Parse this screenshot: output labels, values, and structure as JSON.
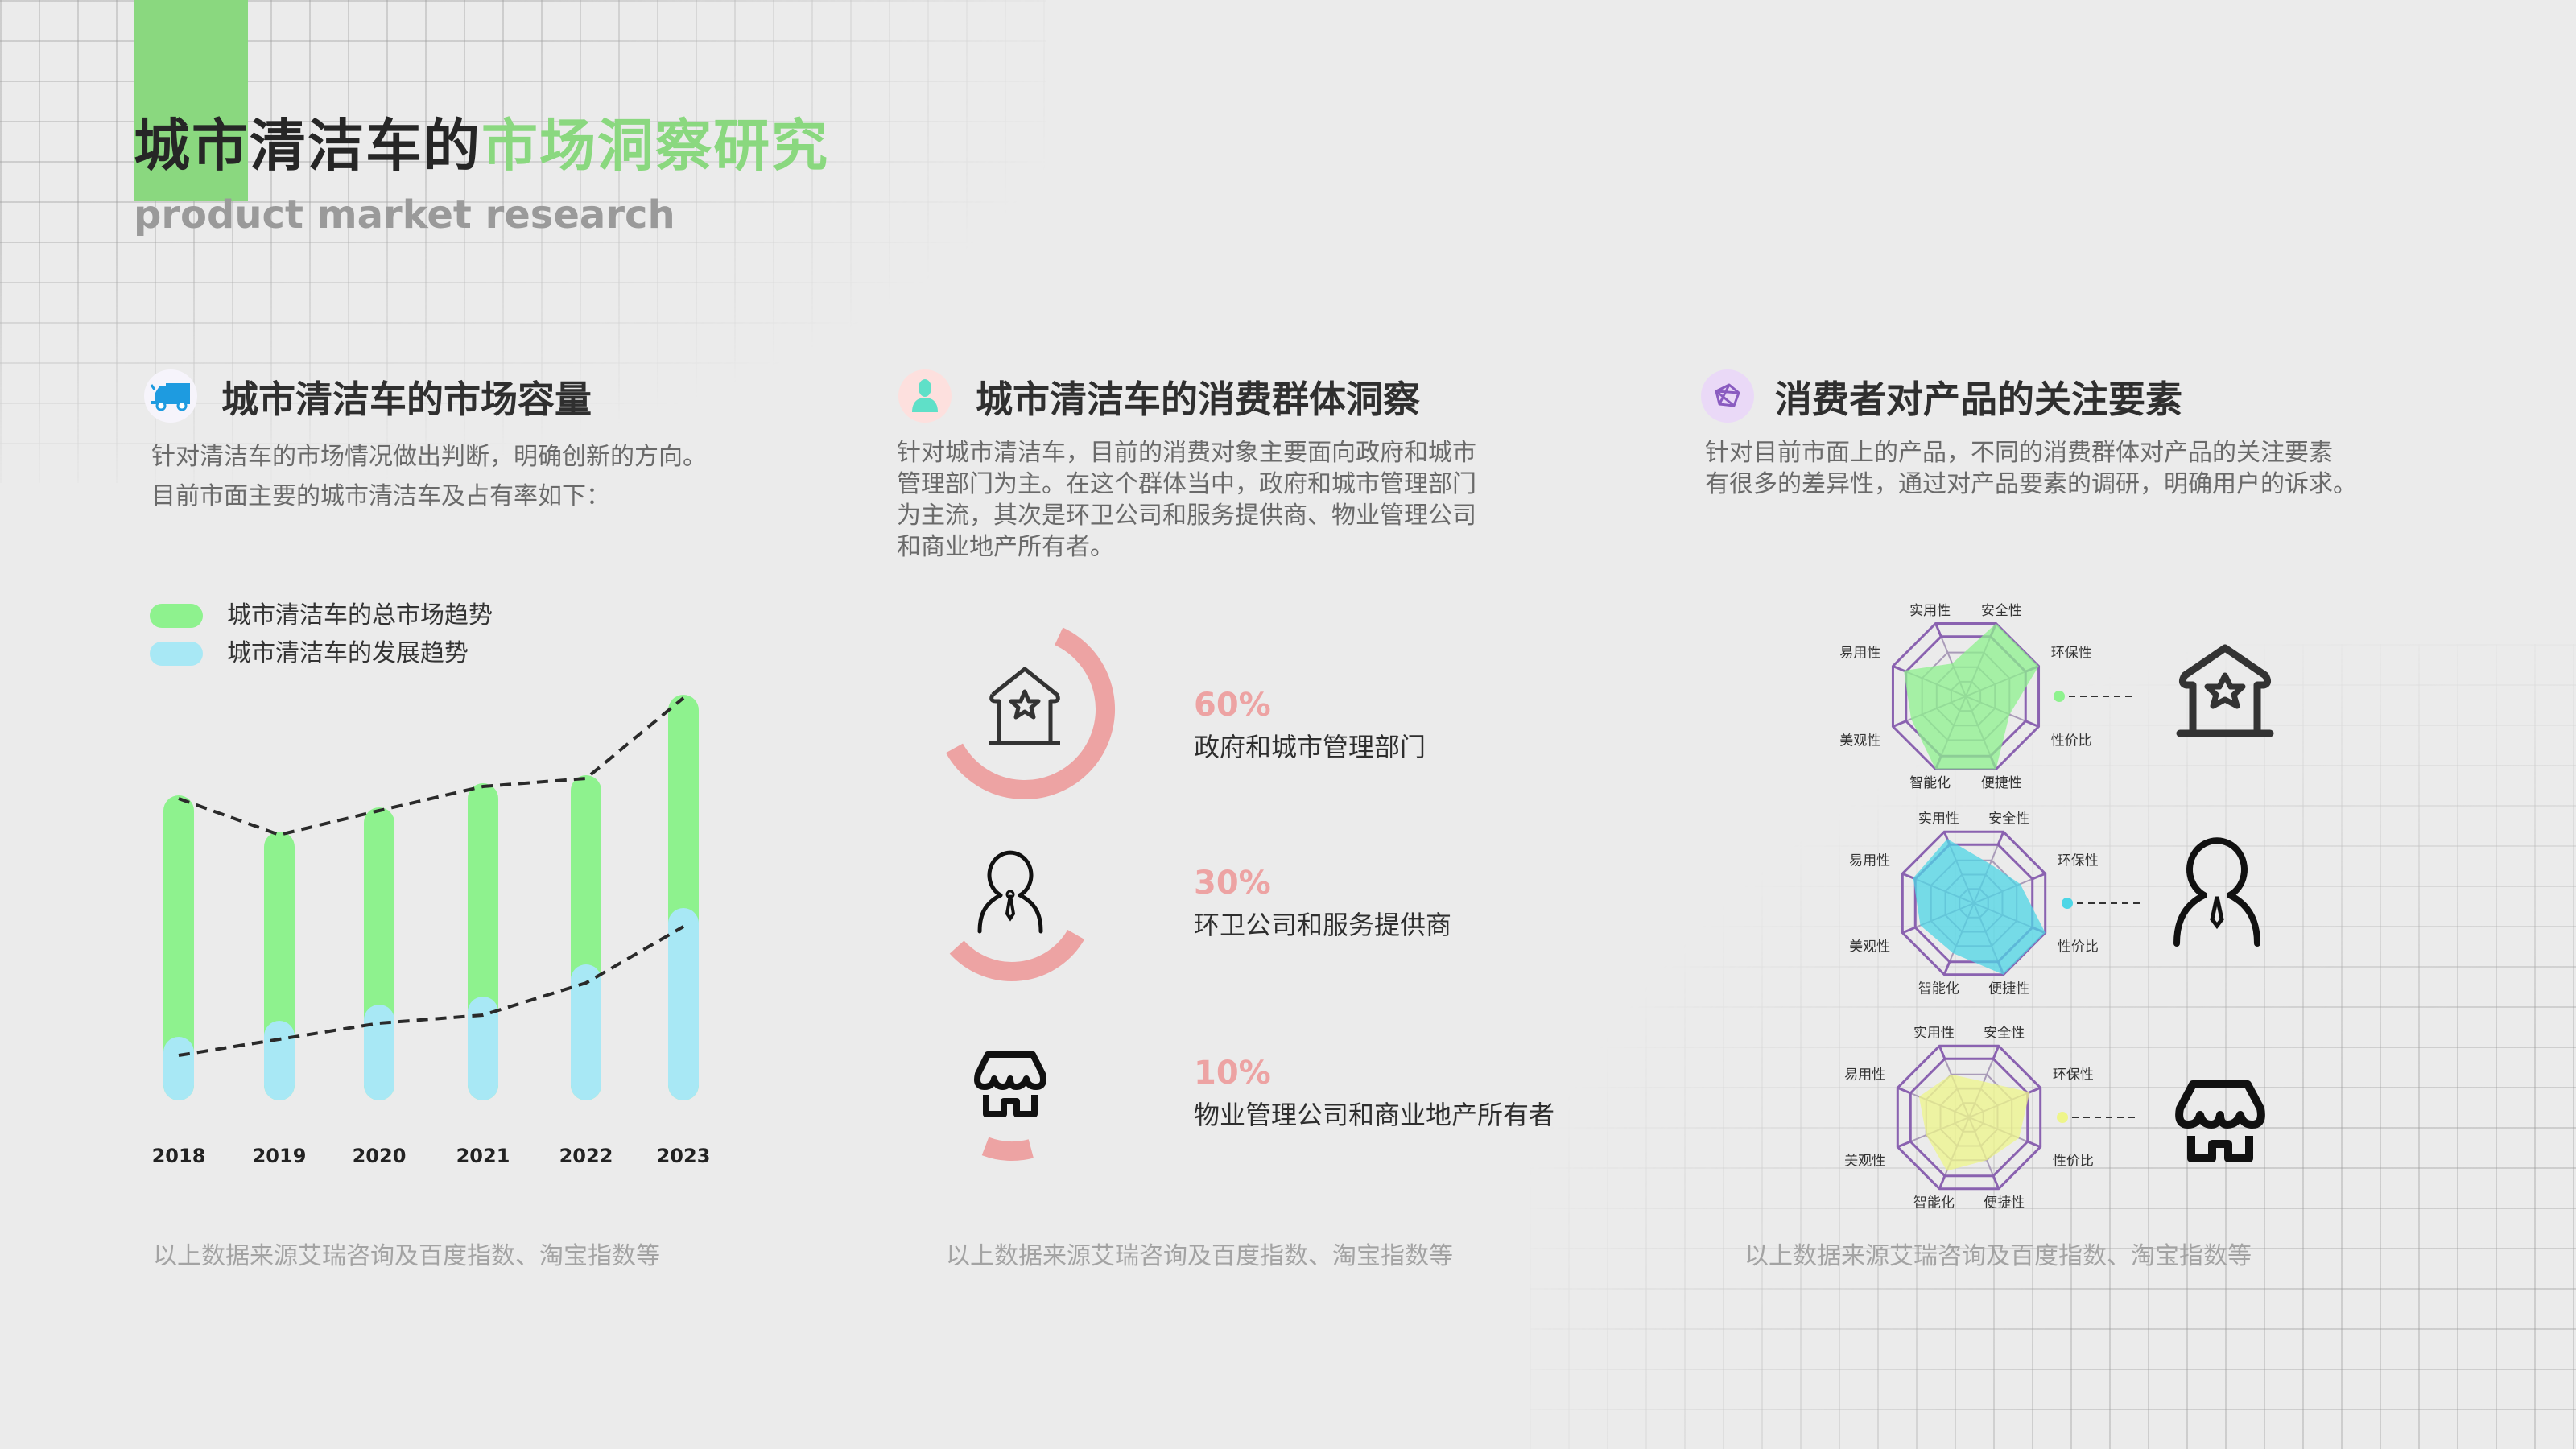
{
  "header": {
    "title_dark": "城市清洁车的",
    "title_green": "市场洞察研究",
    "subtitle": "product market research"
  },
  "colors": {
    "accent_green": "#8ad87f",
    "bar_green": "#8ef28e",
    "bar_blue": "#a8e8f5",
    "pink": "#eda3a3",
    "radar_purple": "#8a62b0"
  },
  "sections": [
    {
      "icon": "truck-icon",
      "heading": "城市清洁车的市场容量",
      "body": [
        "针对清洁车的市场情况做出判断，明确创新的方向。",
        "目前市面主要的城市清洁车及占有率如下："
      ],
      "footer": "以上数据来源艾瑞咨询及百度指数、淘宝指数等"
    },
    {
      "icon": "person-icon",
      "heading": "城市清洁车的消费群体洞察",
      "body": [
        "针对城市清洁车，目前的消费对象主要面向政府和城市",
        "管理部门为主。在这个群体当中，政府和城市管理部门",
        "为主流，其次是环卫公司和服务提供商、物业管理公司",
        "和商业地产所有者。"
      ],
      "footer": "以上数据来源艾瑞咨询及百度指数、淘宝指数等"
    },
    {
      "icon": "cube-icon",
      "heading": "消费者对产品的关注要素",
      "body": [
        "针对目前市面上的产品，不同的消费群体对产品的关注要素",
        "有很多的差异性，通过对产品要素的调研，明确用户的诉求。"
      ],
      "footer": "以上数据来源艾瑞咨询及百度指数、淘宝指数等"
    }
  ],
  "consumer_groups": [
    {
      "percent_label": "60%",
      "percent": 60,
      "label": "政府和城市管理部门",
      "icon": "government-house-icon"
    },
    {
      "percent_label": "30%",
      "percent": 30,
      "label": "环卫公司和服务提供商",
      "icon": "business-person-icon"
    },
    {
      "percent_label": "10%",
      "percent": 10,
      "label": "物业管理公司和商业地产所有者",
      "icon": "storefront-icon"
    }
  ],
  "chart_data": [
    {
      "type": "bar",
      "title": "",
      "categories": [
        "2018",
        "2019",
        "2020",
        "2021",
        "2022",
        "2023"
      ],
      "series": [
        {
          "name": "城市清洁车的总市场趋势",
          "values": [
            72,
            63,
            69,
            75,
            77,
            97
          ]
        },
        {
          "name": "城市清洁车的发展趋势",
          "values": [
            12,
            16,
            20,
            22,
            30,
            44
          ]
        }
      ],
      "ylim": [
        0,
        100
      ],
      "xlabel": "",
      "ylabel": "",
      "grid": false,
      "legend": "top-left"
    },
    {
      "type": "radar",
      "axes": [
        "实用性",
        "安全性",
        "环保性",
        "性价比",
        "便捷性",
        "智能化",
        "美观性",
        "易用性"
      ],
      "range": [
        0,
        1
      ],
      "series": [
        {
          "group": "政府和城市管理部门",
          "color": "#8ef28e",
          "values": [
            0.45,
            1.0,
            1.0,
            0.6,
            1.0,
            1.0,
            0.75,
            0.85
          ]
        },
        {
          "group": "环卫公司和服务提供商",
          "color": "#4dd6e6",
          "values": [
            0.9,
            0.55,
            0.65,
            1.0,
            1.0,
            0.7,
            0.75,
            0.85
          ]
        },
        {
          "group": "物业管理公司和商业地产所有者",
          "color": "#eef58a",
          "values": [
            0.6,
            0.5,
            0.85,
            0.7,
            0.6,
            0.75,
            0.6,
            0.7
          ]
        }
      ]
    }
  ]
}
